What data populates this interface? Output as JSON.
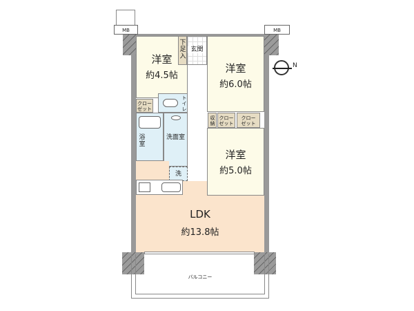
{
  "rooms": {
    "western_a": {
      "name": "洋室",
      "size": "約4.5帖"
    },
    "western_b": {
      "name": "洋室",
      "size": "約6.0帖"
    },
    "western_c": {
      "name": "洋室",
      "size": "約5.0帖"
    },
    "ldk": {
      "name": "LDK",
      "size": "約13.8帖"
    },
    "entrance": "玄関",
    "shoe_storage": "下足入",
    "toilet": "トイレ",
    "bath": "浴室",
    "washroom": "洗面室",
    "laundry": "洗",
    "closet_left": "クローゼット",
    "storage": "収納",
    "closet_mid": "クローゼット",
    "closet_right": "クローゼット",
    "balcony": "バルコニー",
    "mb_left": "MB",
    "mb_right": "MB"
  },
  "compass": {
    "label": "N"
  },
  "colors": {
    "western": "#fdfbe8",
    "ldk": "#fbe4cc",
    "wet": "#dff0f7",
    "storage": "#e6dcc3"
  }
}
